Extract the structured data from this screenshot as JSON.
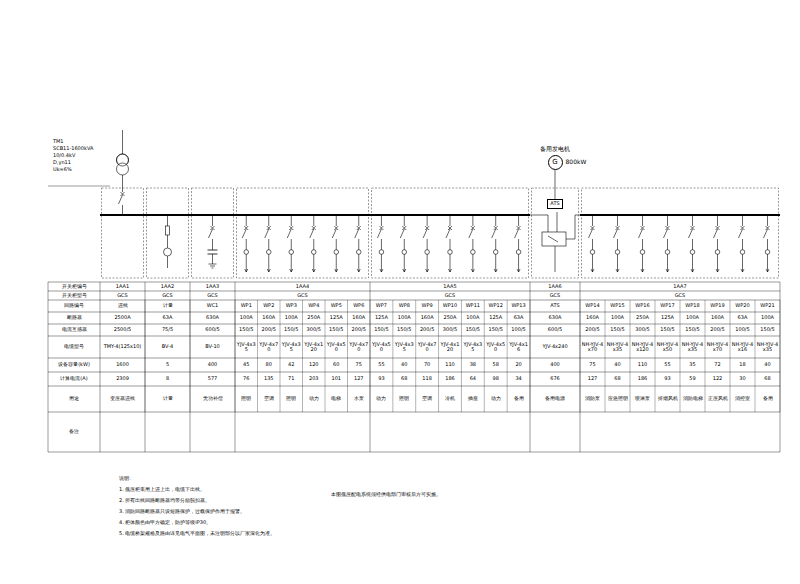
{
  "diagram": {
    "nodes": [
      {
        "text": [
          "备用发电机",
          "G",
          "800kW"
        ]
      },
      {
        "text": [
          "ATS"
        ]
      }
    ],
    "edges": [
      {
        "from": 0,
        "to": 1,
        "arrow": "none"
      }
    ],
    "labels": [
      "TM1",
      "SCB11-1600kVA",
      "10/0.4kV",
      "D,yn11",
      "Uk=6%",
      "开关柜编号",
      "开关柜型号",
      "回路编号",
      "断路器",
      "电流互感器",
      "电缆型号",
      "设备容量(kW)",
      "计算电流(A)",
      "用途",
      "备注",
      "1AA1",
      "1AA2",
      "1AA3",
      "1AA4",
      "1AA5",
      "1AA6",
      "1AA7",
      "GCS",
      "GCS",
      "GCS",
      "GCS",
      "GCS",
      "GCS",
      "GCS",
      "进线",
      "计量",
      "WC1",
      "WP1",
      "WP2",
      "WP3",
      "WP4",
      "WP5",
      "WP6",
      "WP7",
      "WP8",
      "WP9",
      "WP10",
      "WP11",
      "WP12",
      "WP13",
      "ATS",
      "WP14",
      "WP15",
      "WP16",
      "WP17",
      "WP18",
      "WP19",
      "WP20",
      "WP21",
      "2500A",
      "63A",
      "630A",
      "100A",
      "160A",
      "100A",
      "250A",
      "125A",
      "160A",
      "125A",
      "100A",
      "160A",
      "250A",
      "100A",
      "125A",
      "63A",
      "630A",
      "160A",
      "100A",
      "250A",
      "125A",
      "100A",
      "160A",
      "63A",
      "100A",
      "2500/5",
      "75/5",
      "600/5",
      "150/5",
      "200/5",
      "150/5",
      "300/5",
      "150/5",
      "200/5",
      "150/5",
      "150/5",
      "200/5",
      "300/5",
      "150/5",
      "150/5",
      "100/5",
      "600/5",
      "200/5",
      "150/5",
      "300/5",
      "150/5",
      "150/5",
      "200/5",
      "100/5",
      "150/5",
      "TMY-4(125x10)",
      "BV-4",
      "BV-10",
      "YJV-4x35",
      "YJV-4x70",
      "YJV-4x35",
      "YJV-4x120",
      "YJV-4x50",
      "YJV-4x70",
      "YJV-4x50",
      "YJV-4x35",
      "YJV-4x70",
      "YJV-4x120",
      "YJV-4x35",
      "YJV-4x50",
      "YJV-4x16",
      "YJV-4x240",
      "NH-YJV-4x70",
      "NH-YJV-4x35",
      "NH-YJV-4x120",
      "NH-YJV-4x50",
      "NH-YJV-4x35",
      "NH-YJV-4x70",
      "NH-YJV-4x16",
      "NH-YJV-4x35",
      "1600",
      "5",
      "400",
      "45",
      "80",
      "42",
      "120",
      "60",
      "75",
      "55",
      "40",
      "70",
      "110",
      "38",
      "58",
      "20",
      "400",
      "75",
      "40",
      "110",
      "55",
      "35",
      "72",
      "18",
      "40",
      "2309",
      "8",
      "577",
      "76",
      "135",
      "71",
      "203",
      "101",
      "127",
      "93",
      "68",
      "118",
      "186",
      "64",
      "98",
      "34",
      "676",
      "127",
      "68",
      "186",
      "93",
      "59",
      "122",
      "30",
      "68",
      "变压器进线",
      "计量",
      "无功补偿",
      "照明",
      "空调",
      "照明",
      "动力",
      "电梯",
      "水泵",
      "动力",
      "照明",
      "空调",
      "冷机",
      "插座",
      "动力",
      "备用",
      "备用电源",
      "消防泵",
      "应急照明",
      "喷淋泵",
      "排烟风机",
      "消防电梯",
      "正压风机",
      "消控室",
      "备用",
      "说明:",
      "1. 低压柜采用上进上出，电缆下出线。",
      "2. 所有出线回路断路器均带分励脱扣器。",
      "3. 消防回路断路器只设短路保护，过载保护作用于报警。",
      "4. 柜体颜色由甲方确定，防护等级IP30。",
      "5. 电缆桥架规格及路由详见电气平面图，未注明部分以厂家深化为准。",
      "本图低压配电系统须经供电部门审核后方可实施。"
    ]
  }
}
